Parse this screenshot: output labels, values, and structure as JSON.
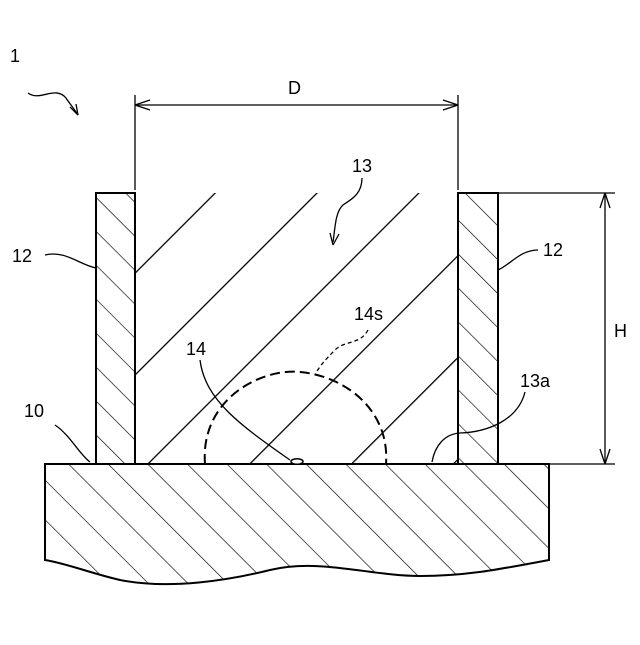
{
  "figure": {
    "labels": {
      "device": "1",
      "substrate": "10",
      "wall_left": "12",
      "wall_right": "12",
      "filler": "13",
      "filler_bottom": "13a",
      "particle": "14",
      "particle_region": "14s",
      "width": "D",
      "height": "H"
    }
  }
}
